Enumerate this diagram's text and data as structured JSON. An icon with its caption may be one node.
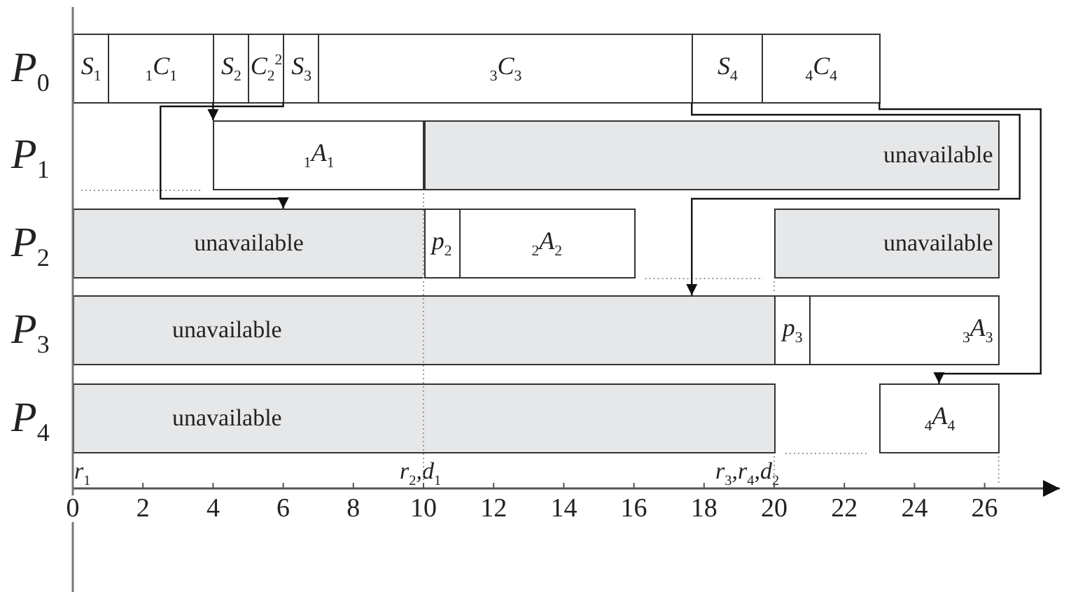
{
  "diagram": {
    "nodes": [
      {
        "text": [
          "S$_{1}$"
        ]
      },
      {
        "text": [
          "$_{1}$C$_{1}$"
        ]
      },
      {
        "text": [
          "S$_{2}$"
        ]
      },
      {
        "text": [
          "C$_{2}$$^{2}$"
        ]
      },
      {
        "text": [
          "S$_{3}$"
        ]
      },
      {
        "text": [
          "$_{3}$C$_{3}$"
        ]
      },
      {
        "text": [
          "S$_{4}$"
        ]
      },
      {
        "text": [
          "$_{4}$C$_{4}$"
        ]
      },
      {
        "text": [
          "$_{1}$A$_{1}$"
        ]
      },
      {
        "text": [
          "unavailable"
        ]
      },
      {
        "text": [
          "unavailable"
        ]
      },
      {
        "text": [
          "p$_{2}$"
        ]
      },
      {
        "text": [
          "$_{2}$A$_{2}$"
        ]
      },
      {
        "text": [
          "unavailable"
        ]
      },
      {
        "text": [
          "unavailable"
        ]
      },
      {
        "text": [
          "p$_{3}$"
        ]
      },
      {
        "text": [
          "$_{3}$A$_{3}$"
        ]
      },
      {
        "text": [
          "unavailable"
        ]
      },
      {
        "text": [
          "$_{4}$A$_{4}$"
        ]
      }
    ],
    "edges": [
      {
        "from": 2,
        "to": 8,
        "arrow": "to"
      },
      {
        "from": 3,
        "to": 10,
        "arrow": "to"
      },
      {
        "from": 6,
        "to": 14,
        "arrow": "to"
      },
      {
        "from": 7,
        "to": 18,
        "arrow": "to"
      }
    ],
    "labels": [
      "P$_{0}$",
      "P$_{1}$",
      "P$_{2}$",
      "P$_{3}$",
      "P$_{4}$",
      "r$_{1}$",
      "r$_{2}$,d$_{1}$",
      "r$_{3}$,r$_{4}$,d$_{2}$",
      "0",
      "2",
      "4",
      "6",
      "8",
      "10",
      "12",
      "14",
      "16",
      "18",
      "20",
      "22",
      "24",
      "26"
    ]
  }
}
